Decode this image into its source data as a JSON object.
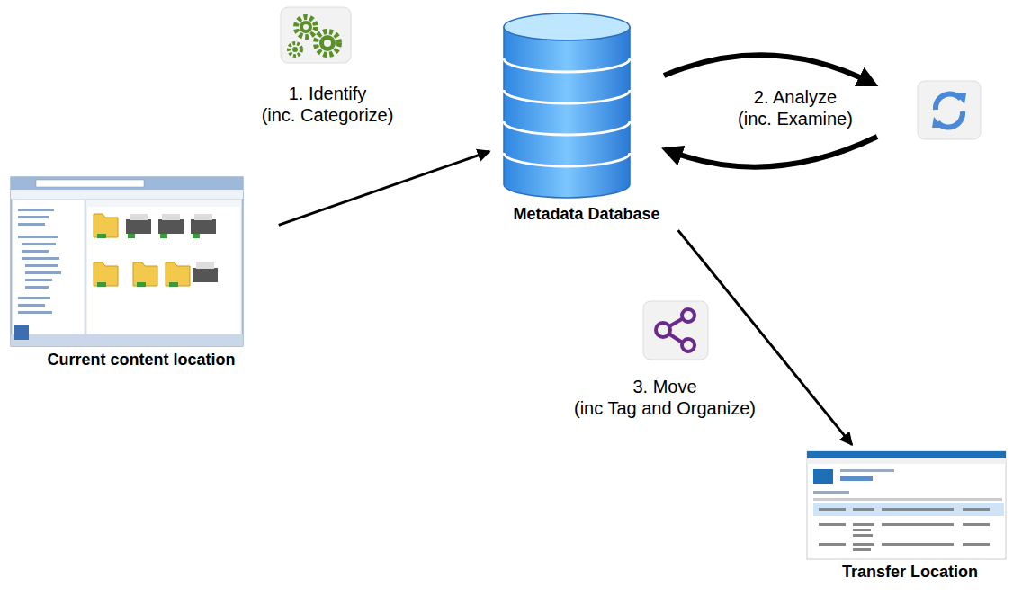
{
  "diagram": {
    "nodes": [
      {
        "text": [
          "Current content location"
        ]
      },
      {
        "text": [
          "Metadata Database"
        ]
      },
      {
        "text": [
          "Transfer Location"
        ]
      }
    ],
    "edges": [
      {
        "from": 0,
        "to": 1,
        "arrow": "to",
        "label": "1. Identify (inc. Categorize)"
      },
      {
        "from": 1,
        "to": 2,
        "arrow": "to",
        "label": "3. Move (inc Tag and Organize)"
      }
    ],
    "labels": [
      "2. Analyze (inc. Examine)"
    ]
  }
}
